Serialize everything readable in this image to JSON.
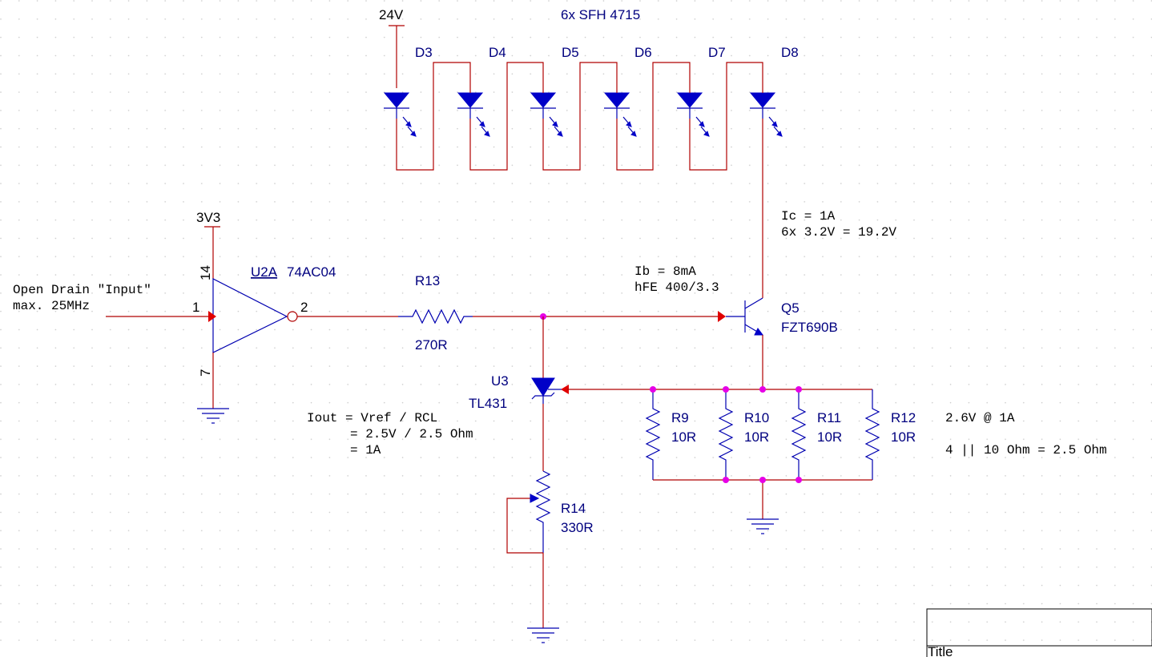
{
  "power": {
    "v24": "24V",
    "v3v3": "3V3"
  },
  "led_array": {
    "title": "6x SFH 4715",
    "diodes": [
      "D3",
      "D4",
      "D5",
      "D6",
      "D7",
      "D8"
    ]
  },
  "inverter": {
    "ref": "U2A",
    "value": "74AC04",
    "pin_in": "1",
    "pin_out": "2",
    "pin_vcc": "14",
    "pin_gnd": "7"
  },
  "input_note": {
    "line1": "Open Drain \"Input\"",
    "line2": "max. 25MHz"
  },
  "r13": {
    "ref": "R13",
    "value": "270R"
  },
  "transistor": {
    "ref": "Q5",
    "value": "FZT690B"
  },
  "base_note": {
    "line1": "Ib = 8mA",
    "line2": "hFE 400/3.3"
  },
  "collector_note": {
    "line1": "Ic = 1A",
    "line2": "6x 3.2V = 19.2V"
  },
  "regulator": {
    "ref": "U3",
    "value": "TL431"
  },
  "iout_note": {
    "line1": "Iout = Vref / RCL",
    "line2": "= 2.5V / 2.5 Ohm",
    "line3": "= 1A"
  },
  "sense_resistors": [
    {
      "ref": "R9",
      "value": "10R"
    },
    {
      "ref": "R10",
      "value": "10R"
    },
    {
      "ref": "R11",
      "value": "10R"
    },
    {
      "ref": "R12",
      "value": "10R"
    }
  ],
  "sense_note": {
    "line1": "2.6V @ 1A",
    "line2": "4 || 10 Ohm = 2.5 Ohm"
  },
  "r14": {
    "ref": "R14",
    "value": "330R"
  },
  "title_block": {
    "title_label": "Title"
  },
  "colors": {
    "wire": "#b00000",
    "part": "#0000b0",
    "label": "#00007f",
    "junction": "#e600e6",
    "pin_marker": "#e00000",
    "grid_dot": "#c8c8c8"
  }
}
